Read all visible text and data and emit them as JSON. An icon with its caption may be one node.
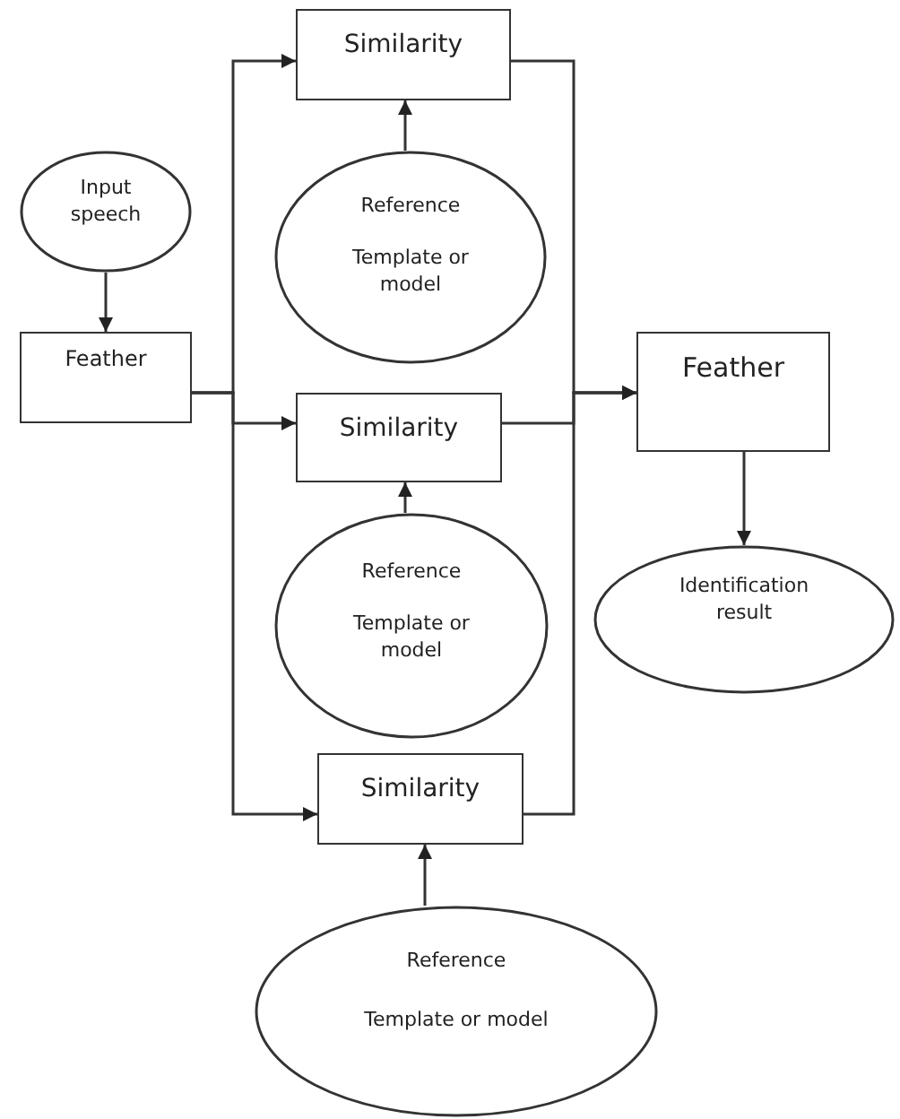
{
  "diagram": {
    "nodes": [
      {
        "text": [
          "Input speech"
        ]
      },
      {
        "text": [
          "Feather"
        ]
      },
      {
        "text": [
          "Similarity"
        ]
      },
      {
        "text": [
          "Reference",
          "Template or model"
        ]
      },
      {
        "text": [
          "Similarity"
        ]
      },
      {
        "text": [
          "Reference",
          "Template or model"
        ]
      },
      {
        "text": [
          "Similarity"
        ]
      },
      {
        "text": [
          "Reference",
          "Template or model"
        ]
      },
      {
        "text": [
          "Feather"
        ]
      },
      {
        "text": [
          "Identification result"
        ]
      }
    ],
    "edges": [
      {
        "from": 0,
        "to": 1,
        "arrow": "to"
      },
      {
        "from": 1,
        "to": 2,
        "arrow": "to"
      },
      {
        "from": 3,
        "to": 2,
        "arrow": "to"
      },
      {
        "from": 1,
        "to": 4,
        "arrow": "to"
      },
      {
        "from": 5,
        "to": 4,
        "arrow": "to"
      },
      {
        "from": 1,
        "to": 6,
        "arrow": "to"
      },
      {
        "from": 7,
        "to": 6,
        "arrow": "to"
      },
      {
        "from": 2,
        "to": 8,
        "arrow": "to"
      },
      {
        "from": 4,
        "to": 8,
        "arrow": "to"
      },
      {
        "from": 6,
        "to": 8,
        "arrow": "to"
      },
      {
        "from": 8,
        "to": 9,
        "arrow": "to"
      }
    ]
  }
}
